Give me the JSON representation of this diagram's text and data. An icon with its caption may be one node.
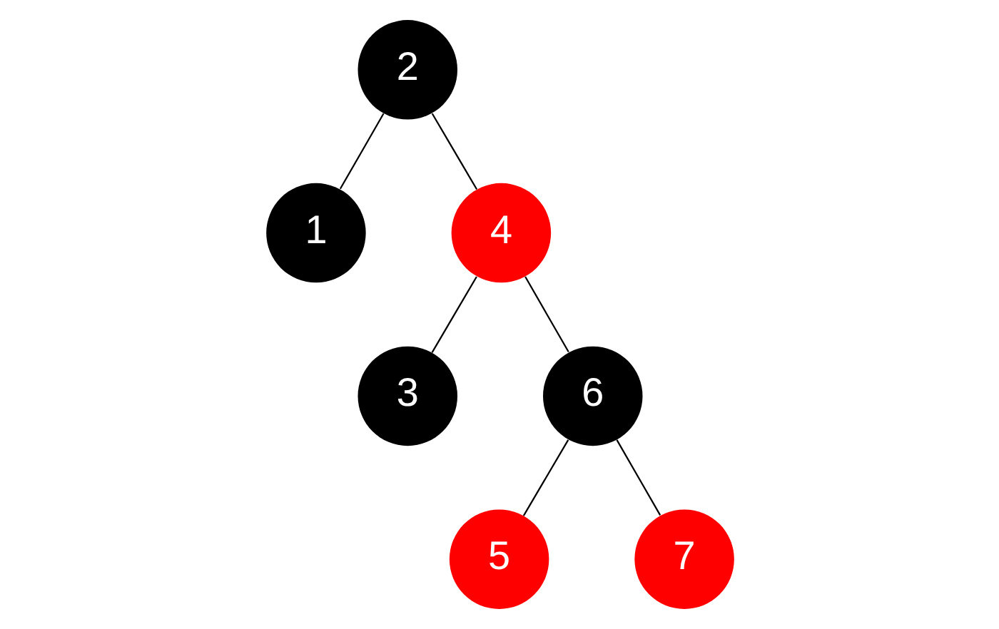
{
  "diagram": {
    "nodes": [
      {
        "text": [
          "2"
        ]
      },
      {
        "text": [
          "1"
        ]
      },
      {
        "text": [
          "4"
        ]
      },
      {
        "text": [
          "3"
        ]
      },
      {
        "text": [
          "6"
        ]
      },
      {
        "text": [
          "5"
        ]
      },
      {
        "text": [
          "7"
        ]
      }
    ],
    "edges": [
      {
        "from": 0,
        "to": 1,
        "arrow": "none"
      },
      {
        "from": 0,
        "to": 2,
        "arrow": "none"
      },
      {
        "from": 2,
        "to": 3,
        "arrow": "none"
      },
      {
        "from": 2,
        "to": 4,
        "arrow": "none"
      },
      {
        "from": 4,
        "to": 5,
        "arrow": "none"
      },
      {
        "from": 4,
        "to": 6,
        "arrow": "none"
      }
    ]
  }
}
